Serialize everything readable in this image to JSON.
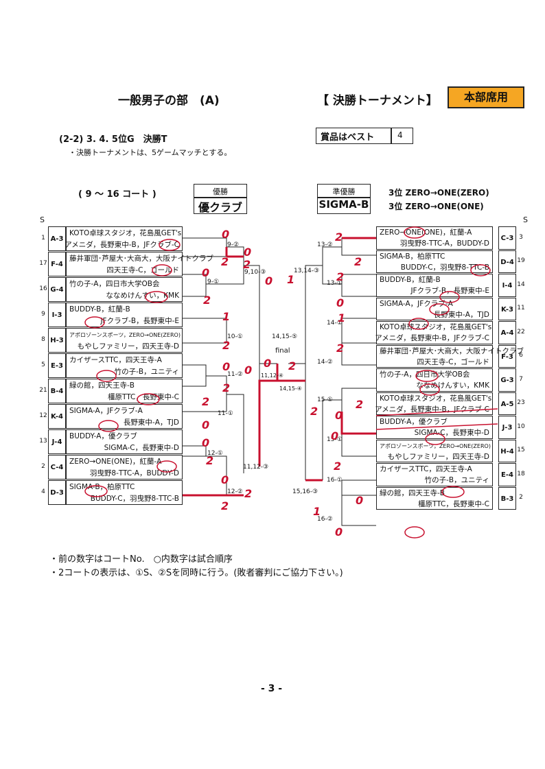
{
  "header": {
    "title": "一般男子の部　(A)",
    "section": "【 決勝トーナメント】",
    "badge": "本部席用"
  },
  "subheader": {
    "group": "(2-2) 3. 4. 5位G　決勝T",
    "note": "・決勝トーナメントは、5ゲームマッチとする。",
    "prize_label": "賞品はベスト",
    "prize_value": "4",
    "courts": "( 9 ～ 16 コート )"
  },
  "results": {
    "winner_label": "優勝",
    "winner": "優クラブ",
    "runner_label": "準優勝",
    "runner": "SIGMA-B",
    "third1": "3位 ZERO→ONE(ZERO)",
    "third2": "3位 ZERO→ONE(ONE)"
  },
  "s_label": "S",
  "left_teams": [
    {
      "snum": "1",
      "seed": "A-3",
      "l1": "KOTO卓球スタジオ，花島風GET's",
      "l2": "アメニダ，長野東中-B，JFクラブ-C"
    },
    {
      "snum": "17",
      "seed": "F-4",
      "l1": "藤井軍団･芦屋大･大商大，大阪ナイトクラブ",
      "l2": "四天王寺-C，ゴールド"
    },
    {
      "snum": "16",
      "seed": "G-4",
      "l1": "竹の子-A，四日市大学OB会",
      "l2": "ななめけんすい，KMK"
    },
    {
      "snum": "9",
      "seed": "I-3",
      "l1": "BUDDY-B，紅蘭-B",
      "l2": "JFクラブ-B，長野東中-E"
    },
    {
      "snum": "8",
      "seed": "H-3",
      "l1": "アポロゾーンスポーツ，ZERO→ONE(ZERO)",
      "l2": "もやしファミリー，四天王寺-D"
    },
    {
      "snum": "5",
      "seed": "E-3",
      "l1": "カイザースTTC，四天王寺-A",
      "l2": "竹の子-B，ユニティ"
    },
    {
      "snum": "21",
      "seed": "B-4",
      "l1": "緑の館，四天王寺-B",
      "l2": "橿原TTC，長野東中-C"
    },
    {
      "snum": "12",
      "seed": "K-4",
      "l1": "SIGMA-A，JFクラブ-A",
      "l2": "長野東中-A，TJD"
    },
    {
      "snum": "13",
      "seed": "J-4",
      "l1": "BUDDY-A，優クラブ",
      "l2": "SIGMA-C，長野東中-D"
    },
    {
      "snum": "2",
      "seed": "C-4",
      "l1": "ZERO→ONE(ONE)，紅蘭-A",
      "l2": "羽曳野8-TTC-A，BUDDY-D"
    },
    {
      "snum": "4",
      "seed": "D-3",
      "l1": "SIGMA-B，柏原TTC",
      "l2": "BUDDY-C，羽曳野8-TTC-B"
    }
  ],
  "right_teams": [
    {
      "snum": "3",
      "seed": "C-3",
      "l1": "ZERO→ONE(ONE)，紅蘭-A",
      "l2": "羽曳野8-TTC-A，BUDDY-D"
    },
    {
      "snum": "19",
      "seed": "D-4",
      "l1": "SIGMA-B，柏原TTC",
      "l2": "BUDDY-C，羽曳野8-TTC-B"
    },
    {
      "snum": "14",
      "seed": "I-4",
      "l1": "BUDDY-B，紅蘭-B",
      "l2": "JFクラブ-B，長野東中-E"
    },
    {
      "snum": "11",
      "seed": "K-3",
      "l1": "SIGMA-A，JFクラブ-A",
      "l2": "長野東中-A，TJD"
    },
    {
      "snum": "22",
      "seed": "A-4",
      "l1": "KOTO卓球スタジオ，花島風GET's",
      "l2": "アメニダ，長野東中-B，JFクラブ-C"
    },
    {
      "snum": "6",
      "seed": "F-3",
      "l1": "藤井軍団･芦屋大･大商大，大阪ナイトクラブ",
      "l2": "四天王寺-C，ゴールド"
    },
    {
      "snum": "7",
      "seed": "G-3",
      "l1": "竹の子-A，四日市大学OB会",
      "l2": "ななめけんすい，KMK"
    },
    {
      "snum": "23",
      "seed": "A-5",
      "l1": "KOTO卓球スタジオ，花島風GET's",
      "l2": "アメニダ，長野東中-B，JFクラブ-C"
    },
    {
      "snum": "10",
      "seed": "J-3",
      "l1": "BUDDY-A，優クラブ",
      "l2": "SIGMA-C，長野東中-D"
    },
    {
      "snum": "15",
      "seed": "H-4",
      "l1": "アポロゾーンスポーツ，ZERO→ONE(ZERO)",
      "l2": "もやしファミリー，四天王寺-D"
    },
    {
      "snum": "18",
      "seed": "E-4",
      "l1": "カイザースTTC，四天王寺-A",
      "l2": "竹の子-B，ユニティ"
    },
    {
      "snum": "2",
      "seed": "B-3",
      "l1": "緑の館，四天王寺-B",
      "l2": "橿原TTC，長野東中-C"
    }
  ],
  "match_labels": {
    "m9_2": "9-②",
    "m9_1": "9-①",
    "m9_10_3": "9,10-③",
    "m10_1": "10-①",
    "m11_2": "11-②",
    "m11_1": "11-①",
    "m12_1": "12-①",
    "m12_2": "12-②",
    "m11_12_3": "11,12-③",
    "m11_12_4": "11,12-④",
    "m14_15_5": "14,15-⑤",
    "final": "final",
    "m14_15_4": "14,15-④",
    "m13_2": "13-②",
    "m13_1": "13-①",
    "m13_14_3": "13,14-③",
    "m14_1": "14-①",
    "m14_2": "14-②",
    "m15_1": "15-①",
    "m15_1b": "15-①",
    "m16_1": "16-①",
    "m16_2": "16-②",
    "m15_16_3": "15,16-③"
  },
  "footer": {
    "note1": "・前の数字はコートNo.　○内数字は試合順序",
    "note2": "・2コートの表示は、①S、②Sを同時に行う。(敗者審判にご協力下さい。)",
    "page": "- 3 -"
  },
  "colors": {
    "accent": "#f5a623",
    "ink": "#c8102e"
  }
}
